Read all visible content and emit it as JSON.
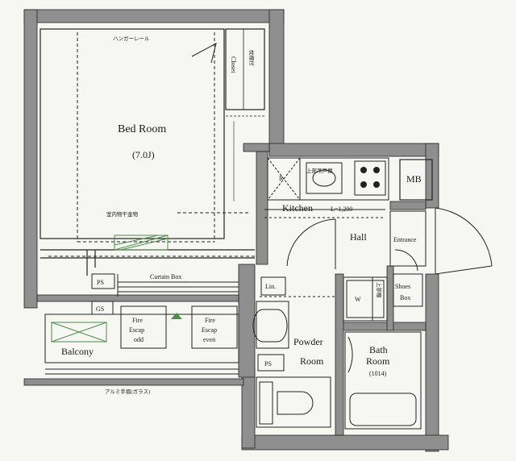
{
  "rooms": {
    "bed_room": "Bed Room",
    "bed_size": "(7.0J)",
    "hanger_rail": "ハンガーレール",
    "closet": "Closet",
    "closet_jp": "枕棚付",
    "indoor_dryer": "室内物干金物",
    "curtain_box": "Curtain Box",
    "ps_top": "PS",
    "gs": "GS",
    "balcony": "Balcony",
    "fire_escape_odd": [
      "Fire",
      "Escap",
      "odd"
    ],
    "fire_escape_even": [
      "Fire",
      "Escap",
      "even"
    ],
    "railing": "アルミ手摺(ガラス)",
    "kitchen": "Kitchen",
    "kitchen_len": "L=1,200",
    "fridge": "R",
    "mb": "MB",
    "hall": "Hall",
    "entrance": "Entrance",
    "shoes_box": [
      "Shoes",
      "Box"
    ],
    "linen": "Lin.",
    "wash": "W",
    "wash_jp": "上部棚",
    "powder_room": [
      "Powder",
      "Room"
    ],
    "ps_bottom": "PS",
    "bath_room": [
      "Bath",
      "Room",
      "(1014)"
    ],
    "storage_jp": "上部吊戸棚"
  },
  "colors": {
    "wall": "#8f8f8f",
    "line": "#222222",
    "green": "#4f8f4a",
    "background": "#f6f6f3"
  }
}
